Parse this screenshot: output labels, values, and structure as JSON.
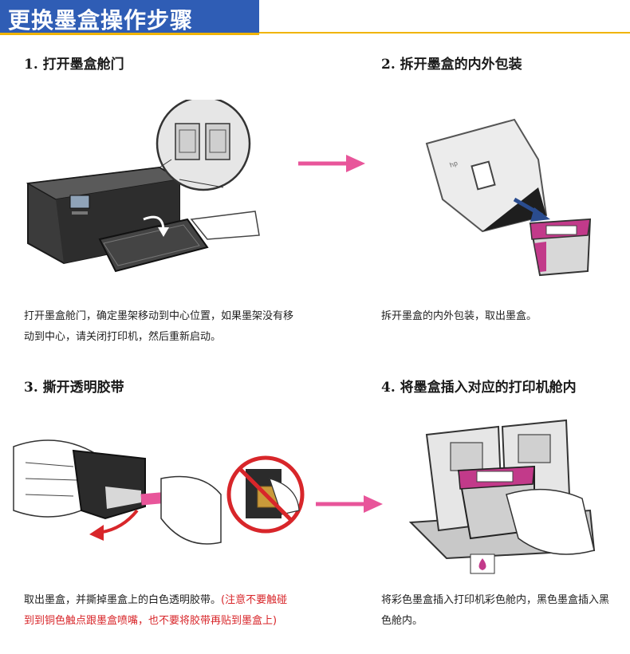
{
  "header": {
    "title": "更换墨盒操作步骤"
  },
  "steps": [
    {
      "title": "1. 打开墨盒舱门",
      "desc": "打开墨盒舱门，确定墨架移动到中心位置，如果墨架没有移动到中心，请关闭打印机，然后重新启动。"
    },
    {
      "title": "2. 拆开墨盒的内外包装",
      "desc": "拆开墨盒的内外包装，取出墨盒。"
    },
    {
      "title": "3. 撕开透明胶带",
      "desc_plain": "取出墨盒，并撕掉墨盒上的白色透明胶带。",
      "desc_warn": "(注意不要触碰到到铜色触点跟墨盒喷嘴，也不要将胶带再贴到墨盒上)"
    },
    {
      "title": "4. 将墨盒插入对应的打印机舱内",
      "desc": "将彩色墨盒插入打印机彩色舱内，黑色墨盒插入黑色舱内。"
    }
  ],
  "colors": {
    "header_bg": "#2f5db5",
    "header_accent": "#f0b400",
    "arrow": "#e8559a",
    "cartridge_magenta": "#c23a8a",
    "warning_text": "#d8262a"
  }
}
